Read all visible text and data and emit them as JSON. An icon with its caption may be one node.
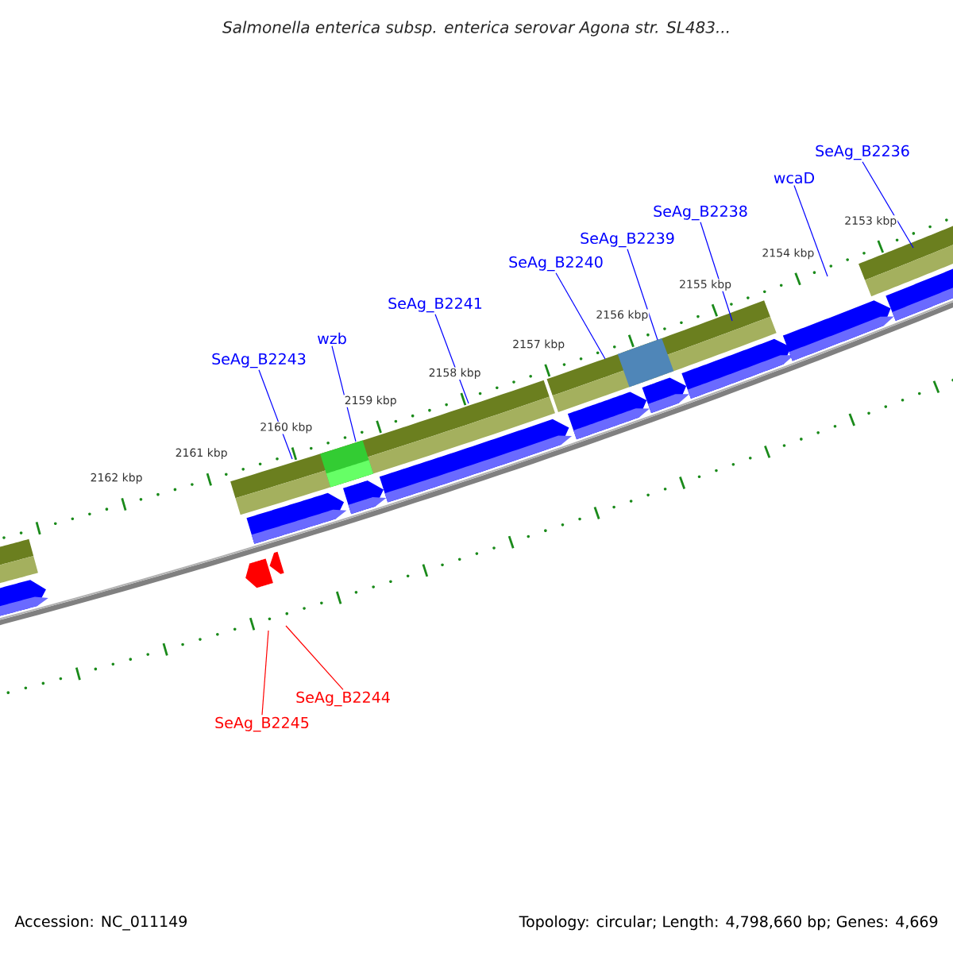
{
  "diagram": {
    "title": "Salmonella enterica subsp. enterica serovar Agona str. SL483...",
    "nodes": [
      {
        "text": [
          "SeAg_B2236"
        ]
      },
      {
        "text": [
          "wcaD"
        ]
      },
      {
        "text": [
          "SeAg_B2238"
        ]
      },
      {
        "text": [
          "SeAg_B2239"
        ]
      },
      {
        "text": [
          "SeAg_B2240"
        ]
      },
      {
        "text": [
          "SeAg_B2241"
        ]
      },
      {
        "text": [
          "wzb"
        ]
      },
      {
        "text": [
          "SeAg_B2243"
        ]
      },
      {
        "text": [
          "SeAg_B2244"
        ]
      },
      {
        "text": [
          "SeAg_B2245"
        ]
      }
    ],
    "edges": [
      {
        "from": 0,
        "to": null,
        "arrow": "none"
      },
      {
        "from": 1,
        "to": null,
        "arrow": "none"
      },
      {
        "from": 2,
        "to": null,
        "arrow": "none"
      },
      {
        "from": 3,
        "to": null,
        "arrow": "none"
      },
      {
        "from": 4,
        "to": null,
        "arrow": "none"
      },
      {
        "from": 5,
        "to": null,
        "arrow": "none"
      },
      {
        "from": 6,
        "to": null,
        "arrow": "none"
      },
      {
        "from": 7,
        "to": null,
        "arrow": "none"
      },
      {
        "from": 8,
        "to": null,
        "arrow": "none",
        "color": "#ff0000"
      },
      {
        "from": 9,
        "to": null,
        "arrow": "none",
        "color": "#ff0000"
      }
    ],
    "labels": [
      "2153 kbp",
      "2154 kbp",
      "2155 kbp",
      "2156 kbp",
      "2157 kbp",
      "2158 kbp",
      "2159 kbp",
      "2160 kbp",
      "2161 kbp",
      "2162 kbp",
      "Accession: NC_011149",
      "Topology: circular; Length: 4,798,660 bp; Genes: 4,669"
    ]
  }
}
